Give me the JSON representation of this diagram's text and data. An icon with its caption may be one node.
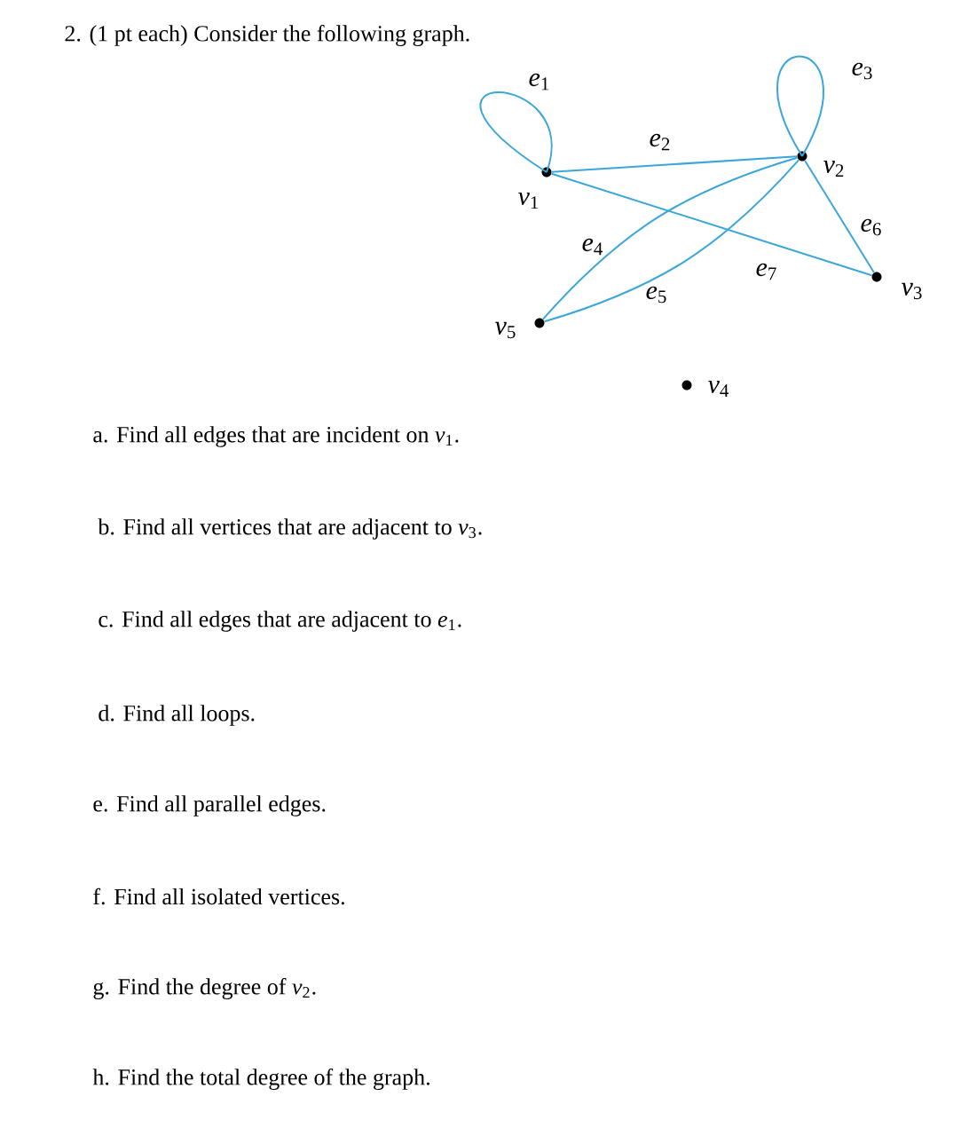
{
  "diagram": {
    "title": "2. (1 pt each) Consider the following graph.",
    "nodes": [
      {
        "text": [],
        "shape": "circle",
        "beside": [
          "*v*$_{1}$"
        ]
      },
      {
        "text": [],
        "shape": "circle",
        "beside": [
          "*v*$_{2}$"
        ]
      },
      {
        "text": [],
        "shape": "circle",
        "beside": [
          "*v*$_{3}$"
        ]
      },
      {
        "text": [],
        "shape": "circle",
        "beside": [
          "*v*$_{4}$"
        ]
      },
      {
        "text": [],
        "shape": "circle",
        "beside": [
          "*v*$_{5}$"
        ]
      }
    ],
    "edges": [
      {
        "from": 0,
        "to": 0,
        "arrow": "none",
        "label": "*e*$_{1}$"
      },
      {
        "from": 0,
        "to": 1,
        "arrow": "none",
        "label": "*e*$_{2}$"
      },
      {
        "from": 1,
        "to": 1,
        "arrow": "none",
        "label": "*e*$_{3}$"
      },
      {
        "from": 1,
        "to": 4,
        "arrow": "none",
        "label": "*e*$_{4}$"
      },
      {
        "from": 1,
        "to": 4,
        "arrow": "none",
        "label": "*e*$_{5}$"
      },
      {
        "from": 1,
        "to": 2,
        "arrow": "none",
        "label": "*e*$_{6}$"
      },
      {
        "from": 0,
        "to": 2,
        "arrow": "none",
        "label": "*e*$_{7}$"
      }
    ],
    "labels": [
      "a. Find all edges that are incident on *v*$_{1}$.",
      "b. Find all vertices that are adjacent to *v*$_{3}$.",
      "c. Find all edges that are adjacent to *e*$_{1}$.",
      "d. Find all loops.",
      "e. Find all parallel edges.",
      "f. Find all isolated vertices.",
      "g. Find the degree of *v*$_{2}$.",
      "h. Find the total degree of the graph."
    ]
  }
}
